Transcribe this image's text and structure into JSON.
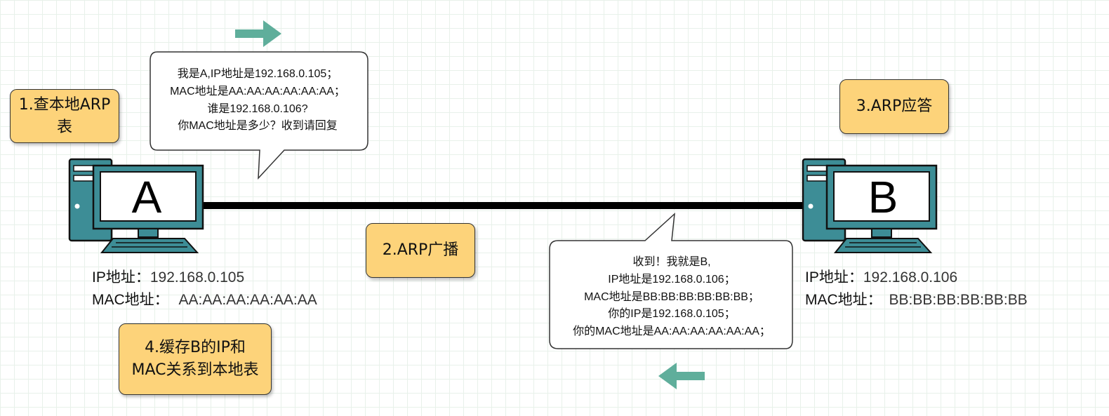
{
  "steps": {
    "step1": "1.查本地ARP\n表",
    "step2": "2.ARP广播",
    "step3": "3.ARP应答",
    "step4": "4.缓存B的IP和\nMAC关系到本地表"
  },
  "bubble_a": {
    "lines": [
      "我是A,IP地址是192.168.0.105；",
      "MAC地址是AA:AA:AA:AA:AA:AA；",
      "谁是192.168.0.106?",
      "你MAC地址是多少？收到请回复"
    ]
  },
  "bubble_b": {
    "lines": [
      "收到！我就是B,",
      "IP地址是192.168.0.106；",
      "MAC地址是BB:BB:BB:BB:BB:BB；",
      "你的IP是192.168.0.105；",
      "你的MAC地址是AA:AA:AA:AA:AA:AA；"
    ]
  },
  "host_a": {
    "letter": "A",
    "ip_label": "IP地址：",
    "ip_value": "192.168.0.105",
    "mac_label": "MAC地址：",
    "mac_value": "AA:AA:AA:AA:AA:AA"
  },
  "host_b": {
    "letter": "B",
    "ip_label": "IP地址：",
    "ip_value": "192.168.0.106",
    "mac_label": "MAC地址：",
    "mac_value": "BB:BB:BB:BB:BB:BB"
  },
  "colors": {
    "computer": "#3d8d96",
    "step_fill": "#fdd37a",
    "arrow": "#5fae9b",
    "cable": "#000000"
  },
  "icons": {
    "arrow_right": "arrow-right-icon",
    "arrow_left": "arrow-left-icon",
    "computer": "computer-icon"
  }
}
